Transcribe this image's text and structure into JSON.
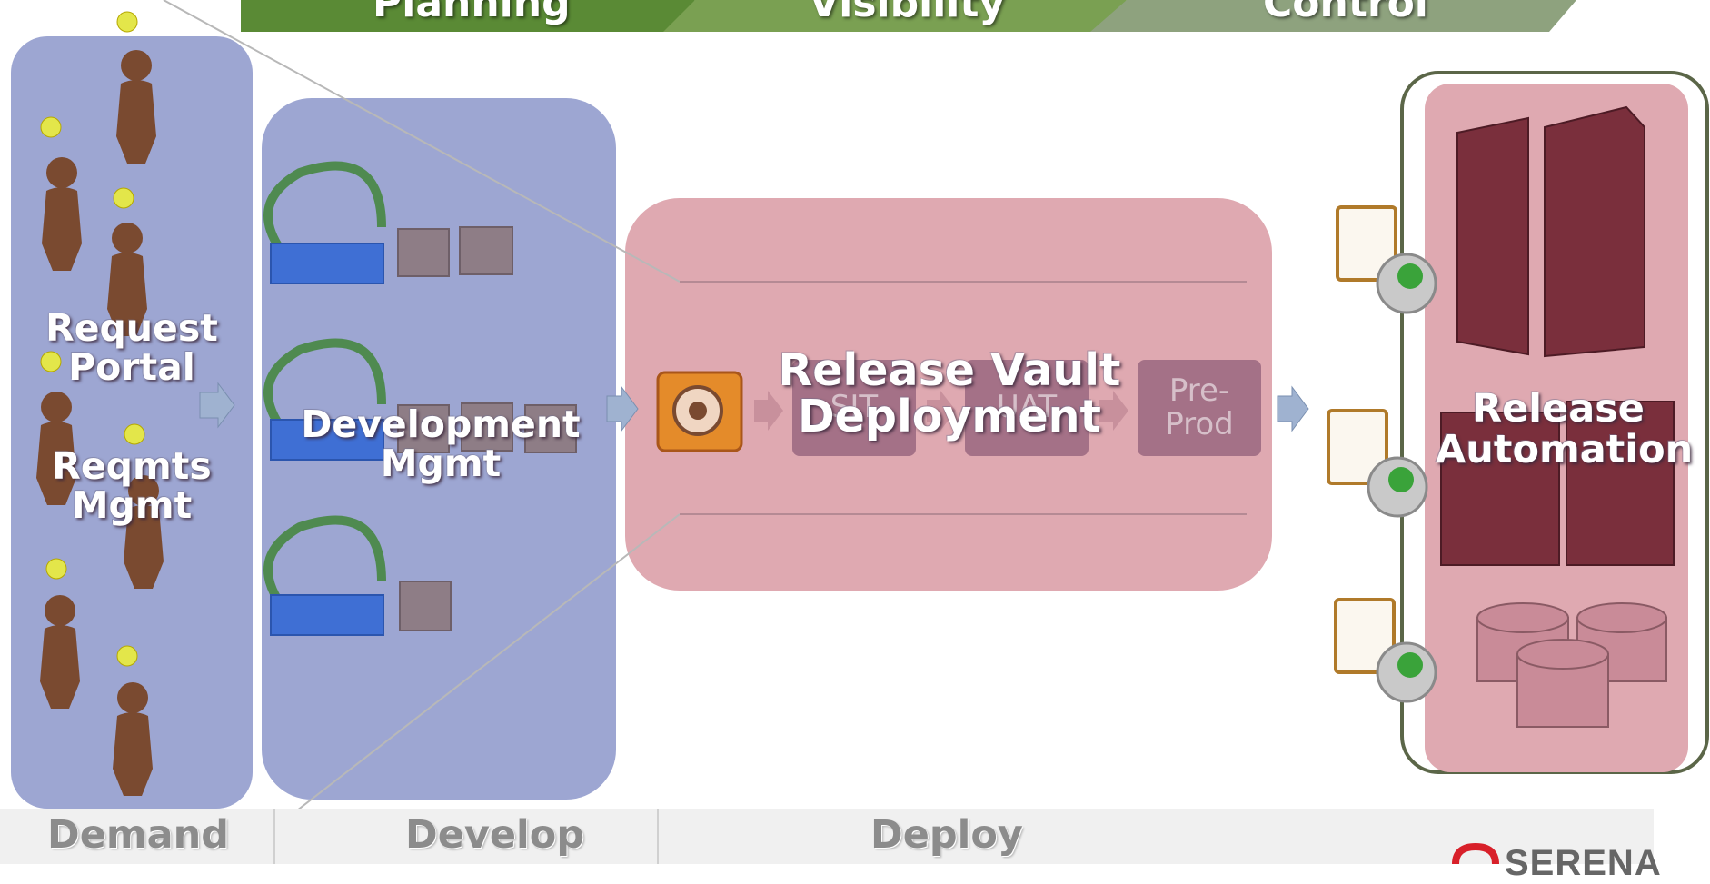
{
  "banners": [
    {
      "label": "Planning",
      "color": "#5a8a35"
    },
    {
      "label": "Visibility",
      "color": "#7aa052"
    },
    {
      "label": "Control",
      "color": "#8ea27e"
    }
  ],
  "columns": {
    "demand": {
      "label_a": "Request\nPortal",
      "label_b": "Reqmts\nMgmt"
    },
    "develop": {
      "label": "Development\nMgmt"
    },
    "deploy": {
      "label": "Release Vault\nDeployment",
      "stages": [
        "SIT",
        "UAT",
        "Pre-\nProd"
      ]
    },
    "automation": {
      "label": "Release\nAutomation"
    }
  },
  "phases": [
    "Demand",
    "Develop",
    "Deploy"
  ],
  "logo": {
    "text": "SERENA"
  },
  "colors": {
    "blue_panel": "#9da6d2",
    "pink_panel": "#dfa9b1",
    "stage_box": "#a47187",
    "outline": "#5b6648"
  },
  "icons": [
    "lightbulb-icon",
    "person-icon",
    "cycle-arrow-icon",
    "package-icon",
    "vault-safe-icon",
    "checklist-icon",
    "gear-icon",
    "server-icon",
    "database-icon",
    "arrow-icon"
  ]
}
